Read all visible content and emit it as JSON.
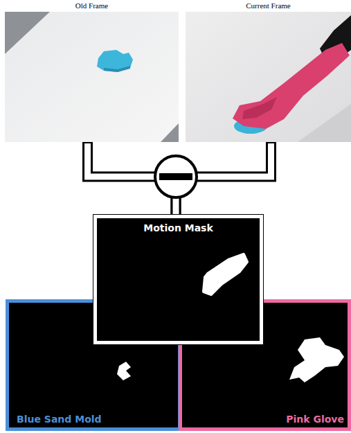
{
  "diagram": {
    "nodes": [
      {
        "text": [
          "Old Frame"
        ]
      },
      {
        "text": [
          "Current Frame"
        ]
      },
      {
        "text": [
          "Motion Mask"
        ]
      },
      {
        "text": [
          "Blue Sand Mold"
        ]
      },
      {
        "text": [
          "Pink Glove"
        ]
      }
    ],
    "edges": [
      {
        "from": 0,
        "to": 2,
        "arrow": "none"
      },
      {
        "from": 1,
        "to": 2,
        "arrow": "none"
      }
    ]
  }
}
